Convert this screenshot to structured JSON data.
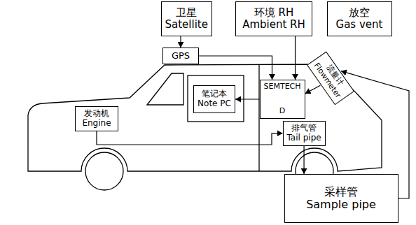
{
  "diagram": {
    "nodes": [
      {
        "text": [
          "卫星",
          "Satellite"
        ]
      },
      {
        "text": [
          "环境 RH",
          "Ambient RH"
        ]
      },
      {
        "text": [
          "放空",
          "Gas vent"
        ]
      },
      {
        "text": [
          "GPS"
        ]
      },
      {
        "text": [
          "笔记本",
          "Note PC"
        ]
      },
      {
        "text": [
          "SEMTECH",
          "D"
        ]
      },
      {
        "text": [
          "流量计",
          "Flowmeter"
        ]
      },
      {
        "text": [
          "发动机",
          "Engine"
        ]
      },
      {
        "text": [
          "排气管",
          "Tail pipe"
        ]
      },
      {
        "text": [
          "采样管",
          "Sample pipe"
        ]
      }
    ],
    "edges": [
      {
        "from": 0,
        "to": 3,
        "arrow": "to"
      },
      {
        "from": 3,
        "to": 5,
        "arrow": "to"
      },
      {
        "from": 1,
        "to": 5,
        "arrow": "to"
      },
      {
        "from": 5,
        "to": 4,
        "arrow": "to"
      },
      {
        "from": 6,
        "to": 5,
        "arrow": "to"
      },
      {
        "from": 7,
        "to": 8,
        "arrow": "to"
      },
      {
        "from": 8,
        "to": 9,
        "arrow": "to"
      },
      {
        "from": 9,
        "to": 6,
        "arrow": "to"
      }
    ]
  }
}
